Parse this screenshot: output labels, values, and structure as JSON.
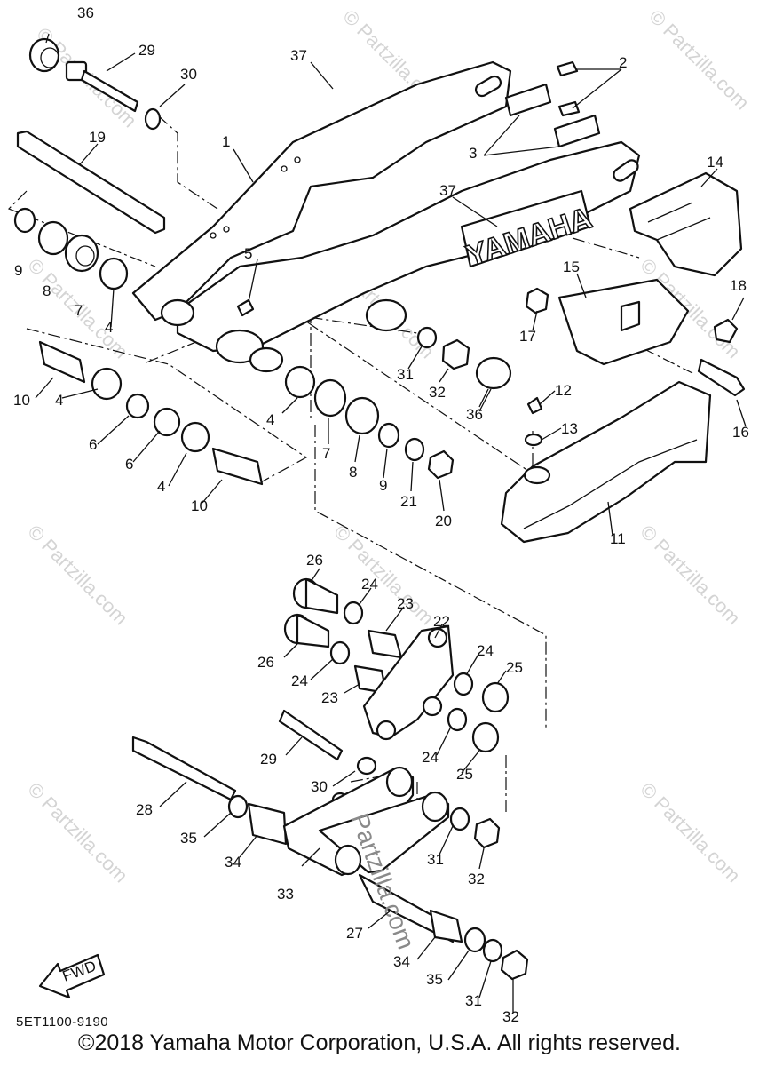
{
  "diagram": {
    "brand_text": "YAMAHA",
    "fwd_text": "FWD",
    "watermark": "© Partzilla.com",
    "watermark_center": "Partzilla.com",
    "labels": [
      "1",
      "2",
      "3",
      "4",
      "5",
      "6",
      "7",
      "8",
      "9",
      "10",
      "11",
      "12",
      "13",
      "14",
      "15",
      "16",
      "17",
      "18",
      "19",
      "20",
      "21",
      "22",
      "23",
      "24",
      "25",
      "26",
      "27",
      "28",
      "29",
      "30",
      "31",
      "32",
      "33",
      "34",
      "35",
      "36",
      "37"
    ]
  },
  "footer": {
    "diagram_code": "5ET1100-9190",
    "copyright": "©2018 Yamaha Motor Corporation, U.S.A. All rights reserved."
  }
}
